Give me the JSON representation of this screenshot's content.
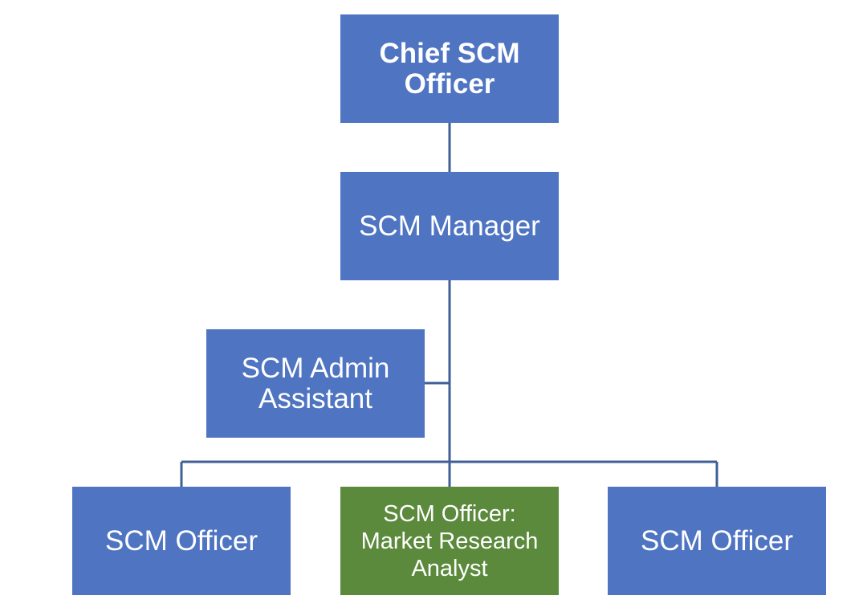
{
  "colors": {
    "node_blue": "#4f74c2",
    "node_green": "#5b8a3c",
    "connector": "#3f5f96"
  },
  "org_chart": {
    "chief": {
      "label": "Chief SCM\nOfficer"
    },
    "manager": {
      "label": "SCM Manager"
    },
    "admin_assistant": {
      "label": "SCM Admin\nAssistant"
    },
    "officers": [
      {
        "label": "SCM Officer"
      },
      {
        "label": "SCM Officer:\nMarket Research\nAnalyst"
      },
      {
        "label": "SCM Officer"
      }
    ]
  }
}
